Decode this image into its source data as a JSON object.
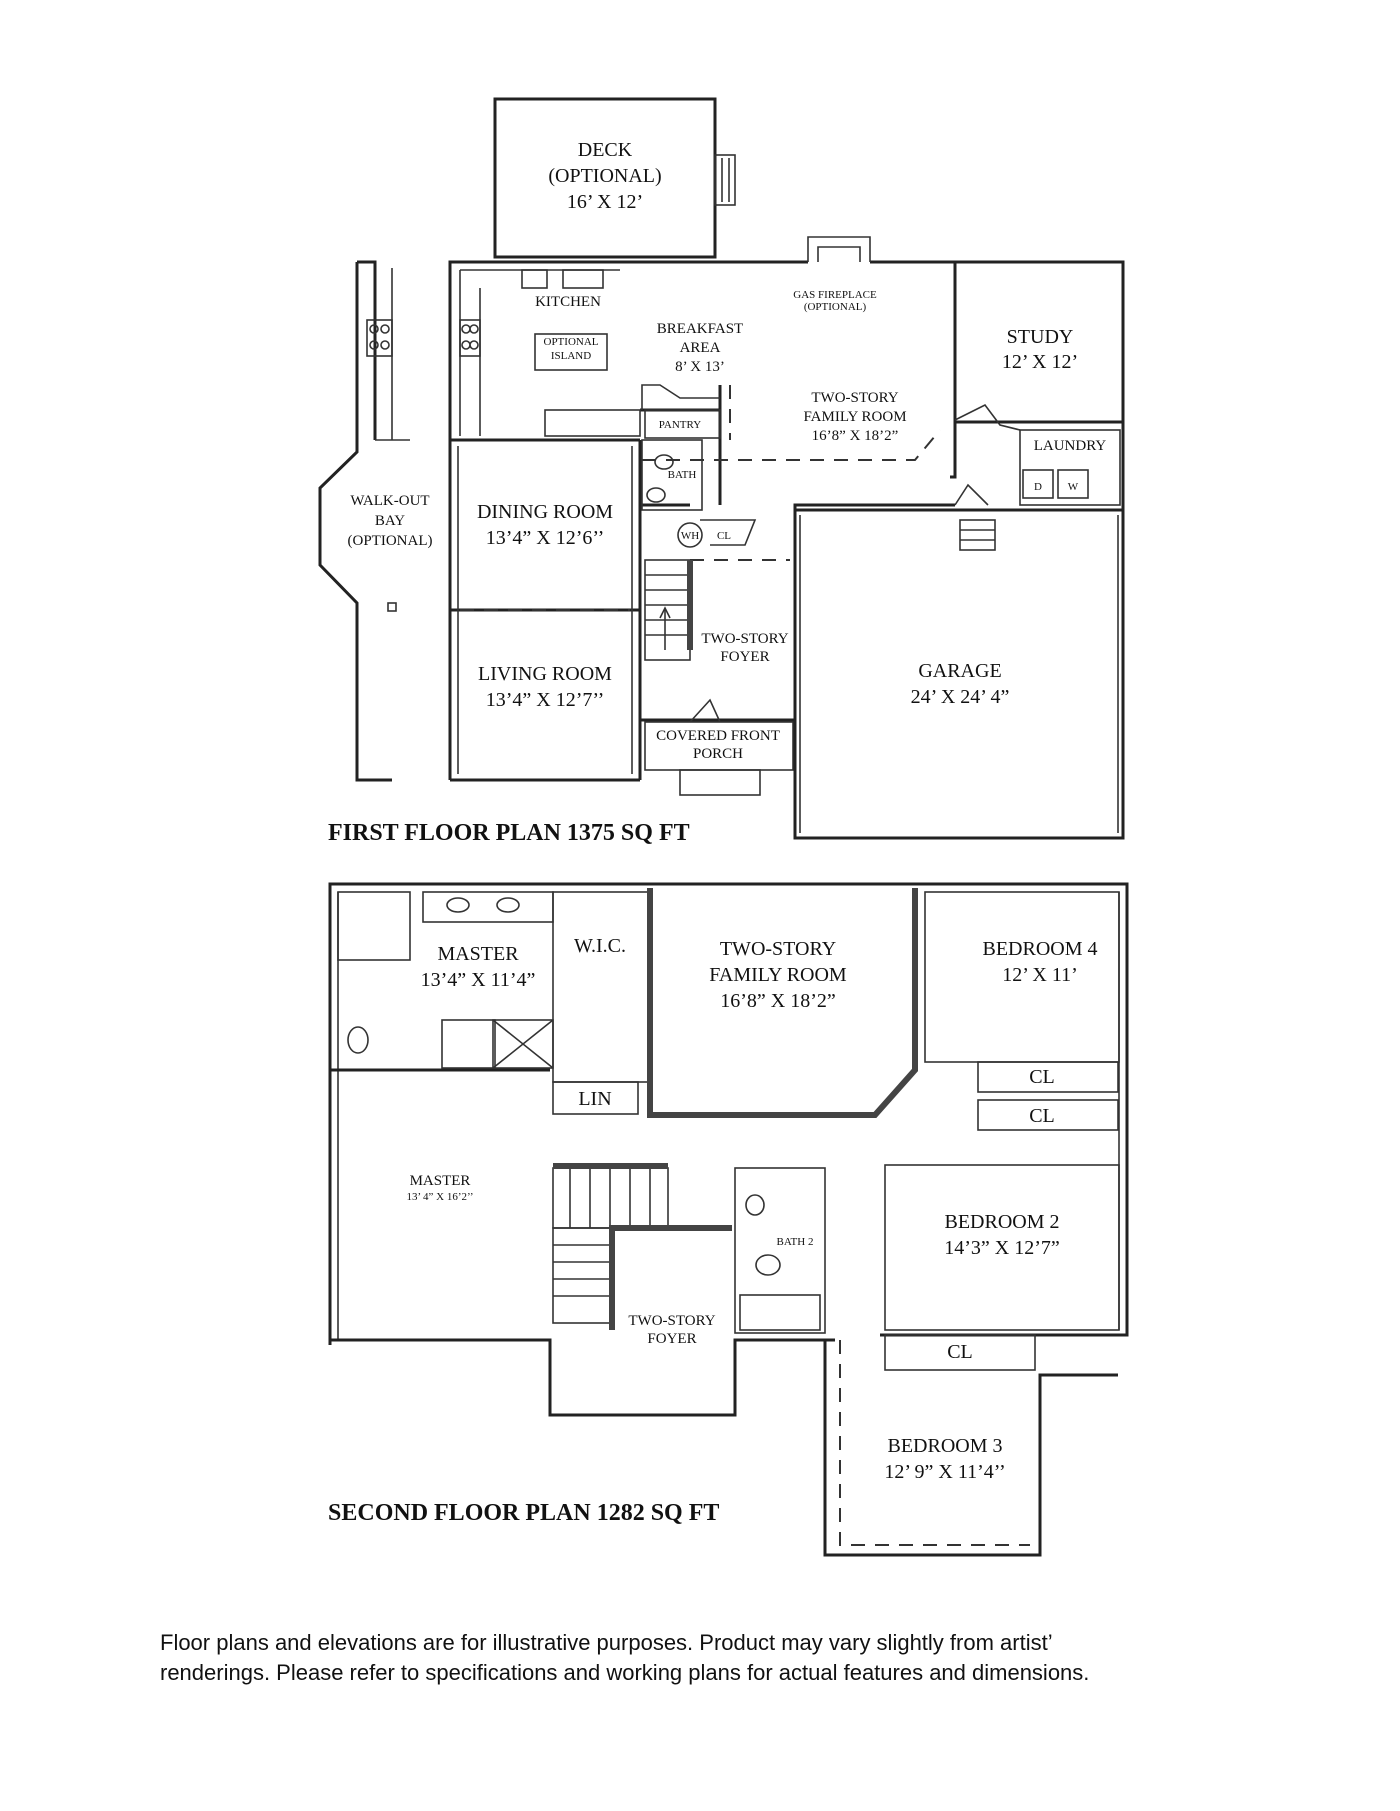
{
  "first_floor": {
    "title": "FIRST FLOOR PLAN 1375 SQ FT",
    "deck": [
      "DECK",
      "(OPTIONAL)",
      "16’ X 12’"
    ],
    "kitchen": "KITCHEN",
    "optional_island": [
      "OPTIONAL",
      "ISLAND"
    ],
    "breakfast": [
      "BREAKFAST",
      "AREA",
      "8’ X 13’"
    ],
    "fireplace": [
      "GAS FIREPLACE",
      "(OPTIONAL)"
    ],
    "study": [
      "STUDY",
      "12’ X 12’"
    ],
    "family_room": [
      "TWO-STORY",
      "FAMILY ROOM",
      "16’8” X 18’2”"
    ],
    "pantry": "PANTRY",
    "laundry": "LAUNDRY",
    "dryer": "D",
    "washer": "W",
    "bath": "BATH",
    "wh": "WH",
    "cl": "CL",
    "walkout_bay": [
      "WALK-OUT",
      "BAY",
      "(OPTIONAL)"
    ],
    "dining": [
      "DINING ROOM",
      "13’4” X 12’6’’"
    ],
    "living": [
      "LIVING ROOM",
      "13’4” X 12’7’’"
    ],
    "foyer": [
      "TWO-STORY",
      "FOYER"
    ],
    "porch": [
      "COVERED FRONT",
      "PORCH"
    ],
    "garage": [
      "GARAGE",
      "24’ X 24’ 4”"
    ]
  },
  "second_floor": {
    "title": "SECOND FLOOR PLAN 1282 SQ FT",
    "master_bath": [
      "MASTER",
      "13’4” X 11’4”"
    ],
    "wic": "W.I.C.",
    "family_room": [
      "TWO-STORY",
      "FAMILY ROOM",
      "16’8” X 18’2”"
    ],
    "bedroom4": [
      "BEDROOM 4",
      "12’ X 11’"
    ],
    "cl_top": "CL",
    "cl_mid": "CL",
    "lin": "LIN",
    "master_bed": [
      "MASTER",
      "13’ 4” X 16’2’’"
    ],
    "bath2": "BATH 2",
    "bedroom2": [
      "BEDROOM 2",
      "14’3” X 12’7”"
    ],
    "foyer": [
      "TWO-STORY",
      "FOYER"
    ],
    "cl_bed3": "CL",
    "bedroom3": [
      "BEDROOM 3",
      "12’ 9” X 11’4’’"
    ]
  },
  "disclaimer": [
    "Floor plans and elevations are for illustrative purposes.  Product may vary slightly from artist’",
    "renderings. Please refer to specifications and working plans for actual features and dimensions."
  ]
}
